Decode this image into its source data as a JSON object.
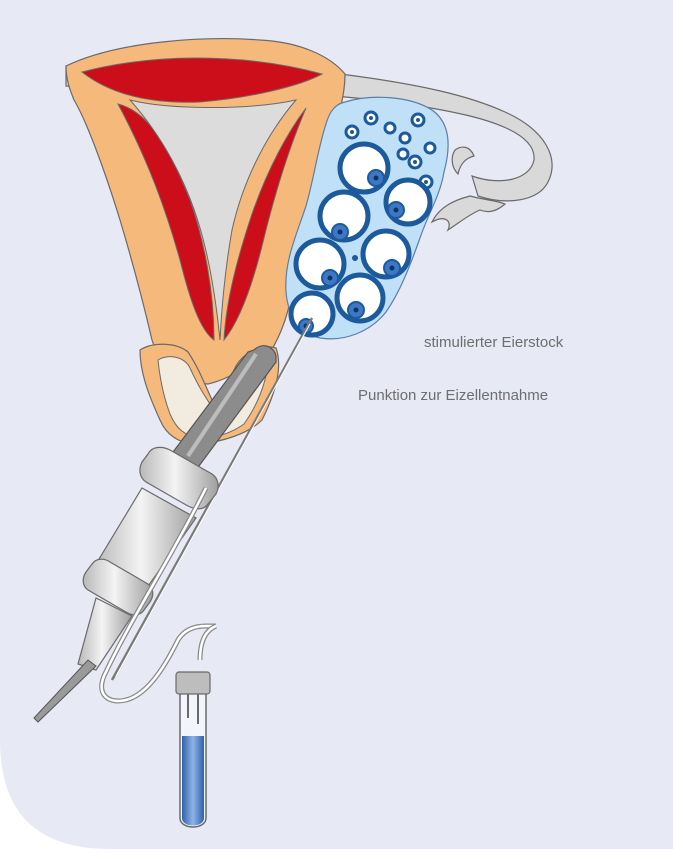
{
  "labels": {
    "ovary": "stimulierter Eierstock",
    "puncture": "Punktion zur Eizellentnahme"
  },
  "colors": {
    "background": "#e7e9f5",
    "uterus_tissue": "#f6b97c",
    "uterus_muscle": "#cc0e1a",
    "cavity": "#dcdcdc",
    "ovary_fill": "#bfe0f6",
    "follicle_ring": "#1c5a9c",
    "tube_gray": "#d9d9d9",
    "fluid_blue": "#3e78c4"
  },
  "icons": [
    "uterus-illustration",
    "ovary-illustration",
    "needle-probe-illustration",
    "collection-tube-illustration"
  ]
}
